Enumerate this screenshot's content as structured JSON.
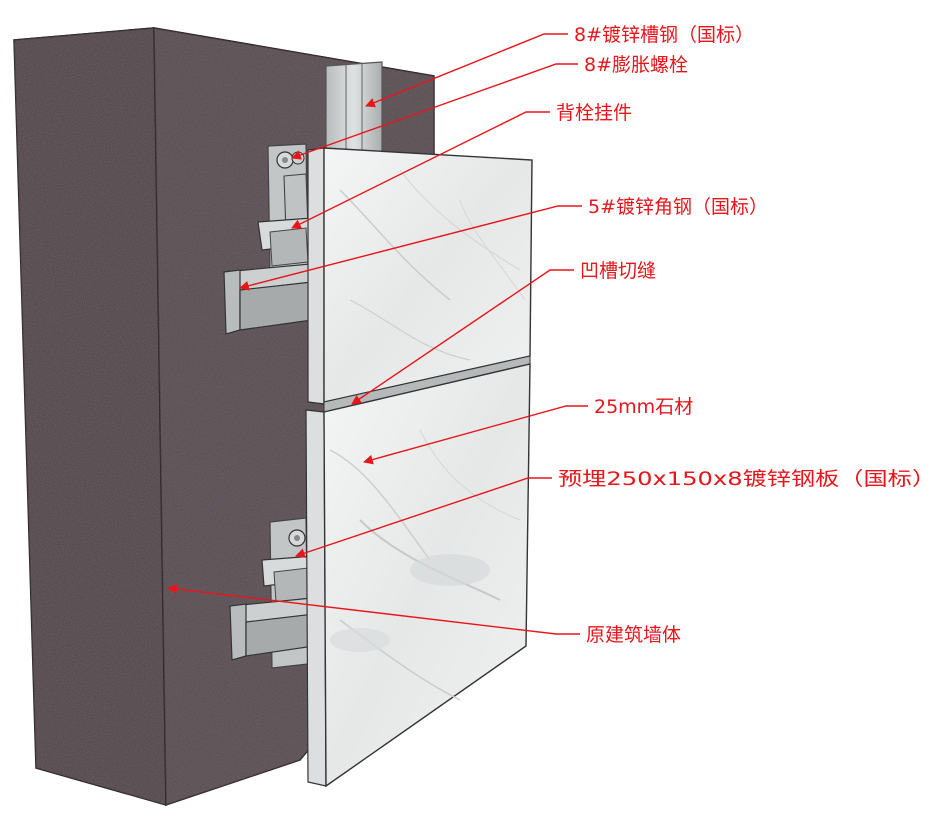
{
  "colors": {
    "annotation": "#e8151b",
    "wall": "#4a3f43",
    "wall_side": "#564b4f",
    "stone": "#eceeee",
    "steel": "#c9cccd"
  },
  "labels": [
    {
      "id": "channel-steel",
      "text": "8#镀锌槽钢（国标）"
    },
    {
      "id": "expansion-bolt",
      "text": "8#膨胀螺栓"
    },
    {
      "id": "back-bolt-hanger",
      "text": "背栓挂件"
    },
    {
      "id": "angle-steel",
      "text": "5#镀锌角钢（国标）"
    },
    {
      "id": "groove-joint",
      "text": "凹槽切缝"
    },
    {
      "id": "stone-25mm",
      "text": "25mm石材"
    },
    {
      "id": "embedded-plate",
      "text": "预埋250x150x8镀锌钢板（国标）"
    },
    {
      "id": "original-wall",
      "text": "原建筑墙体"
    }
  ]
}
